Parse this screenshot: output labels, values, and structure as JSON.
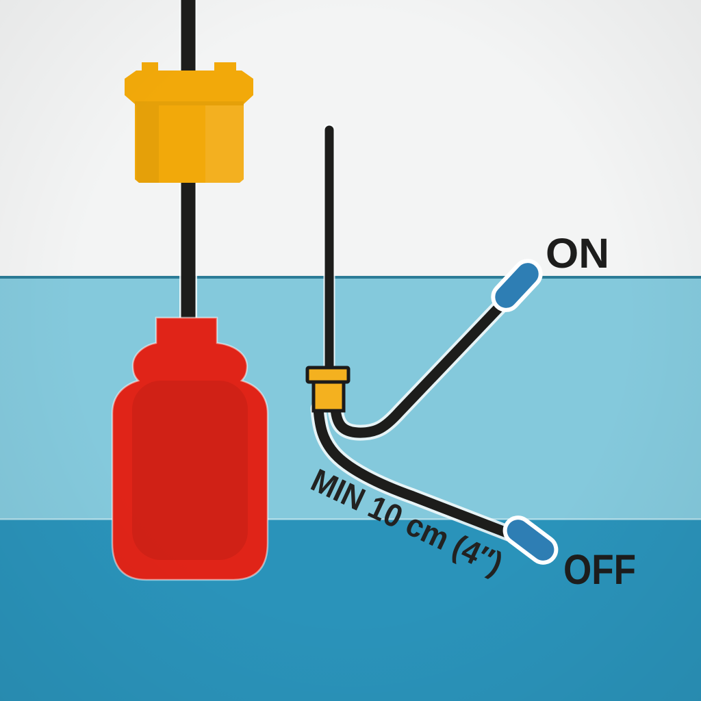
{
  "labels": {
    "on": "ON",
    "off": "OFF",
    "min_clearance": "MIN 10 cm (4″)"
  },
  "colors": {
    "sky": "#f3f4f4",
    "water_upper": "#84c9dc",
    "water_lower": "#2a93ba",
    "waterline_dark": "#2b7c97",
    "waterline_light": "rgba(255,255,255,0.35)",
    "cable_black": "#1d1d1b",
    "cable_halo": "rgba(248,251,252,0.85)",
    "float_red": "#e02418",
    "float_shade": "rgba(0,0,0,0.07)",
    "float_halo": "rgba(255,255,255,0.5)",
    "gland_yellow": "#f2a90a",
    "gland_shade": "rgba(0,0,0,0.05)",
    "gland_highlight": "rgba(255,255,255,0.09)",
    "clamp_yellow": "#f4b11f",
    "outline_black": "#1b1b1b",
    "pill_blue": "#2e7eb4",
    "pill_outline": "#ffffff",
    "label_text": "#1d1d1c",
    "min_text": "#222221"
  }
}
